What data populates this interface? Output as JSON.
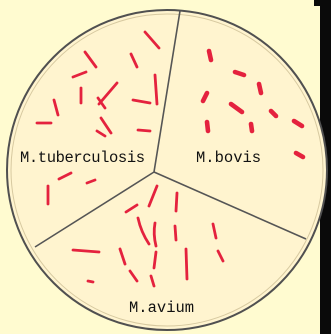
{
  "labels": {
    "top_left": "M.tuberculosis",
    "top_right": "M.bovis",
    "bottom": "M.avium"
  },
  "colors": {
    "background": "#fffbd0",
    "plate_fill": "#fff4cf",
    "plate_edge": "#505050",
    "divider": "#555555",
    "bacteria": "#e4223e",
    "text": "#111111"
  }
}
